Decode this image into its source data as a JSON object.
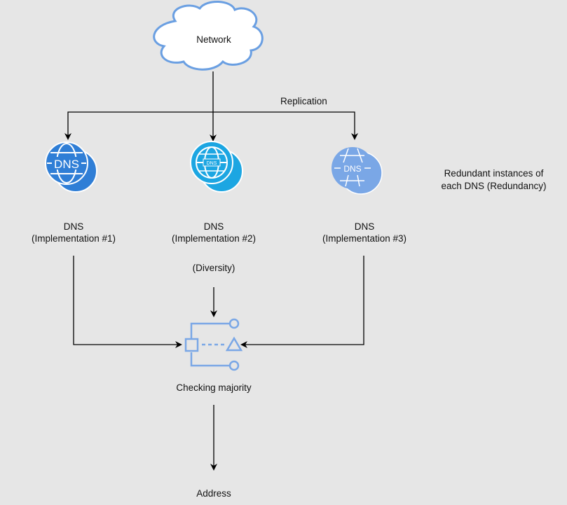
{
  "diagram": {
    "network": {
      "label": "Network"
    },
    "replication_label": "Replication",
    "dns_nodes": [
      {
        "title": "DNS",
        "subtitle": "(Implementation #1)",
        "icon_text": "DNS",
        "color": "#2f7ed6"
      },
      {
        "title": "DNS",
        "subtitle": "(Implementation #2)",
        "icon_text": "DNS",
        "color": "#1ca6e2"
      },
      {
        "title": "DNS",
        "subtitle": "(Implementation #3)",
        "icon_text": "DNS",
        "color": "#7aa7e6"
      }
    ],
    "redundancy_note": [
      "Redundant instances of",
      "each DNS (Redundancy)"
    ],
    "diversity_label": "(Diversity)",
    "checker": {
      "label": "Checking majority",
      "color": "#7aa7e6"
    },
    "output": {
      "label": "Address"
    },
    "colors": {
      "cloud_stroke": "#6a9fe2",
      "edge": "#000000",
      "background": "#e6e6e6"
    }
  }
}
